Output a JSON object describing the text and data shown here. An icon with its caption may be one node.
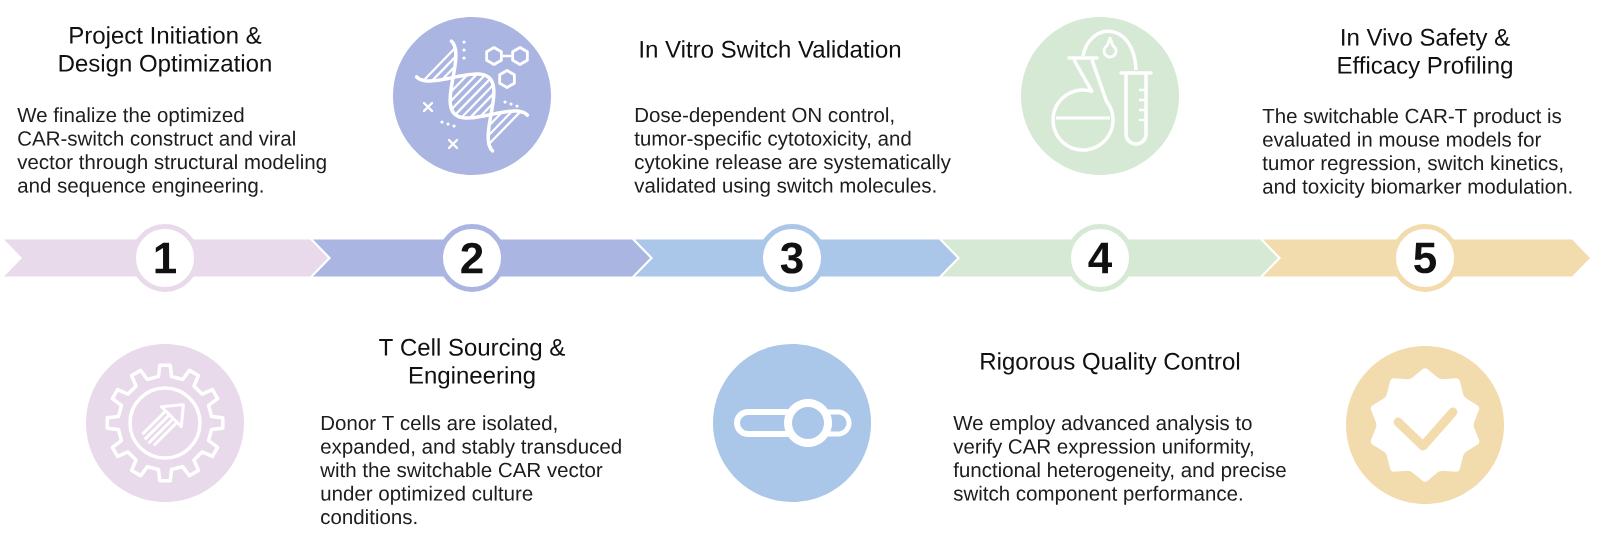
{
  "diagram": {
    "nodes": [
      {
        "text": [],
        "shape": "chevron"
      },
      {
        "text": [
          "1"
        ],
        "beside": [
          "Project Initiation & Design Optimization",
          "We finalize the optimized CAR-switch construct and viral vector through structural modeling and sequence engineering."
        ]
      },
      {
        "text": [],
        "shape": "chevron"
      },
      {
        "text": [
          "2"
        ],
        "beside": [
          "T Cell Sourcing & Engineering",
          "Donor T cells are isolated, expanded, and stably transduced with the switchable CAR vector under optimized culture conditions."
        ]
      },
      {
        "text": [],
        "shape": "chevron"
      },
      {
        "text": [
          "3"
        ],
        "beside": [
          "In Vitro Switch Validation",
          "Dose-dependent ON control, tumor-specific cytotoxicity, and cytokine release are systematically validated using switch molecules."
        ]
      },
      {
        "text": [],
        "shape": "chevron"
      },
      {
        "text": [
          "4"
        ],
        "beside": [
          "Rigorous Quality Control",
          "We employ advanced analysis to verify CAR expression uniformity, functional heterogeneity, and precise switch component performance."
        ]
      },
      {
        "text": [],
        "shape": "chevron"
      },
      {
        "text": [
          "5"
        ],
        "beside": [
          "In Vivo Safety & Efficacy Profiling",
          "The switchable CAR-T product is evaluated in mouse models for tumor regression, switch kinetics, and toxicity biomarker modulation."
        ]
      }
    ]
  }
}
